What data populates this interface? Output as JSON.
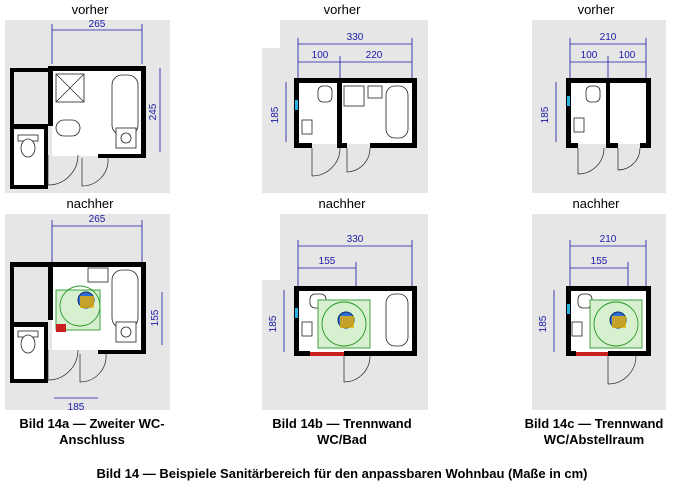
{
  "panels": [
    {
      "id": "14a",
      "before_label": "vorher",
      "after_label": "nachher",
      "before_dims": {
        "width": "265",
        "height": "245"
      },
      "after_dims": {
        "width": "265",
        "right": "155",
        "bottom": "185"
      }
    },
    {
      "id": "14b",
      "before_label": "vorher",
      "after_label": "nachher",
      "before_dims": {
        "total": "330",
        "left": "100",
        "right": "220",
        "height": "185"
      },
      "after_dims": {
        "total": "330",
        "left": "155",
        "height": "185"
      }
    },
    {
      "id": "14c",
      "before_label": "vorher",
      "after_label": "nachher",
      "before_dims": {
        "total": "210",
        "left": "100",
        "right": "100",
        "height": "185"
      },
      "after_dims": {
        "total": "210",
        "left": "155",
        "height": "185"
      }
    }
  ],
  "captions": [
    {
      "line1": "Bild 14a  —  Zweiter WC-",
      "line2": "Anschluss"
    },
    {
      "line1": "Bild 14b  —  Trennwand",
      "line2": "WC/Bad"
    },
    {
      "line1": "Bild 14c  —  Trennwand",
      "line2": "WC/Abstellraum"
    }
  ],
  "main_caption": "Bild 14  —  Beispiele Sanitärbereich für den anpassbaren Wohnbau (Maße in cm)"
}
